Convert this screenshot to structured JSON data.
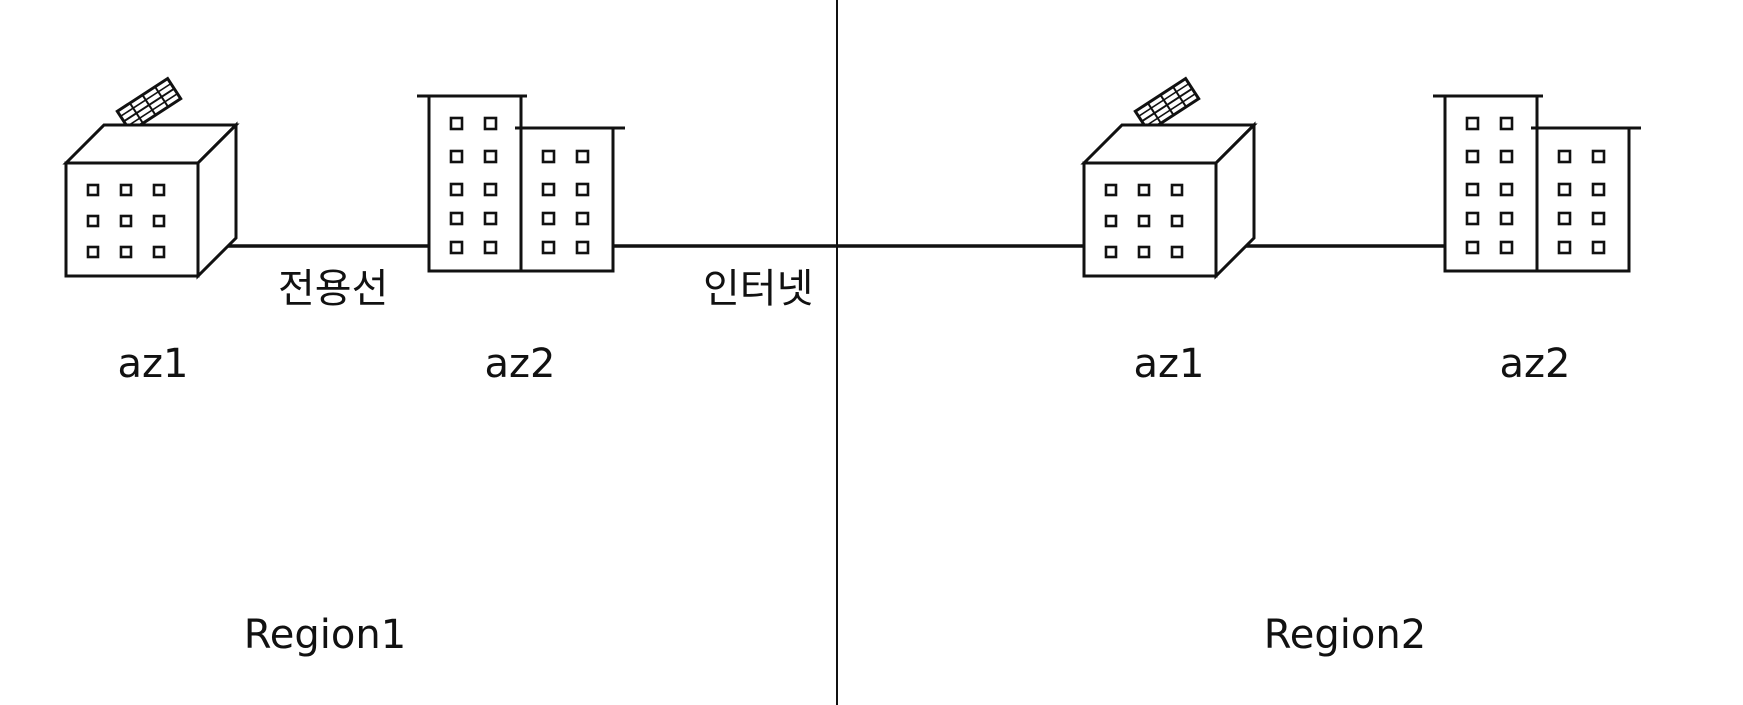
{
  "regions": [
    {
      "name": "Region1",
      "zones": [
        {
          "label": "az1",
          "icon": "solar-roof-building-icon"
        },
        {
          "label": "az2",
          "icon": "twin-tower-building-icon"
        }
      ],
      "link_label": "전용선"
    },
    {
      "name": "Region2",
      "zones": [
        {
          "label": "az1",
          "icon": "solar-roof-building-icon"
        },
        {
          "label": "az2",
          "icon": "twin-tower-building-icon"
        }
      ]
    }
  ],
  "inter_region_link_label": "인터넷",
  "colors": {
    "line": "#111111",
    "background": "#ffffff"
  }
}
